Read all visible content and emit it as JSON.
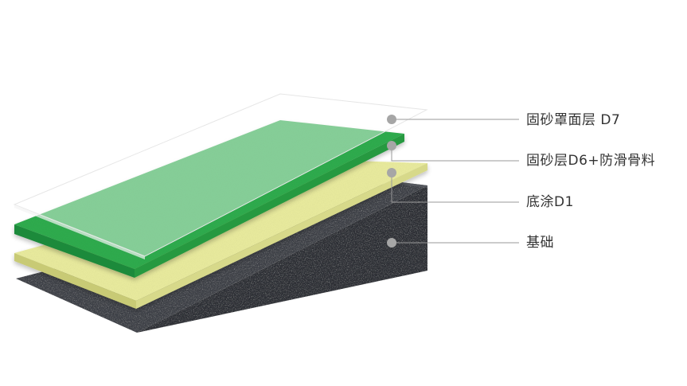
{
  "layers": [
    {
      "label": "固砂罩面层 D7",
      "color": "#f2f2f2"
    },
    {
      "label": "固砂层D6+防滑骨料",
      "color": "#2aa84a"
    },
    {
      "label": "底涂D1",
      "color": "#eef0a8"
    },
    {
      "label": "基础",
      "color": "#3a3d42"
    }
  ],
  "colors": {
    "leader_line": "#9a9a9a",
    "marker_dot": "#a6a6a6",
    "label_text": "#333333"
  }
}
